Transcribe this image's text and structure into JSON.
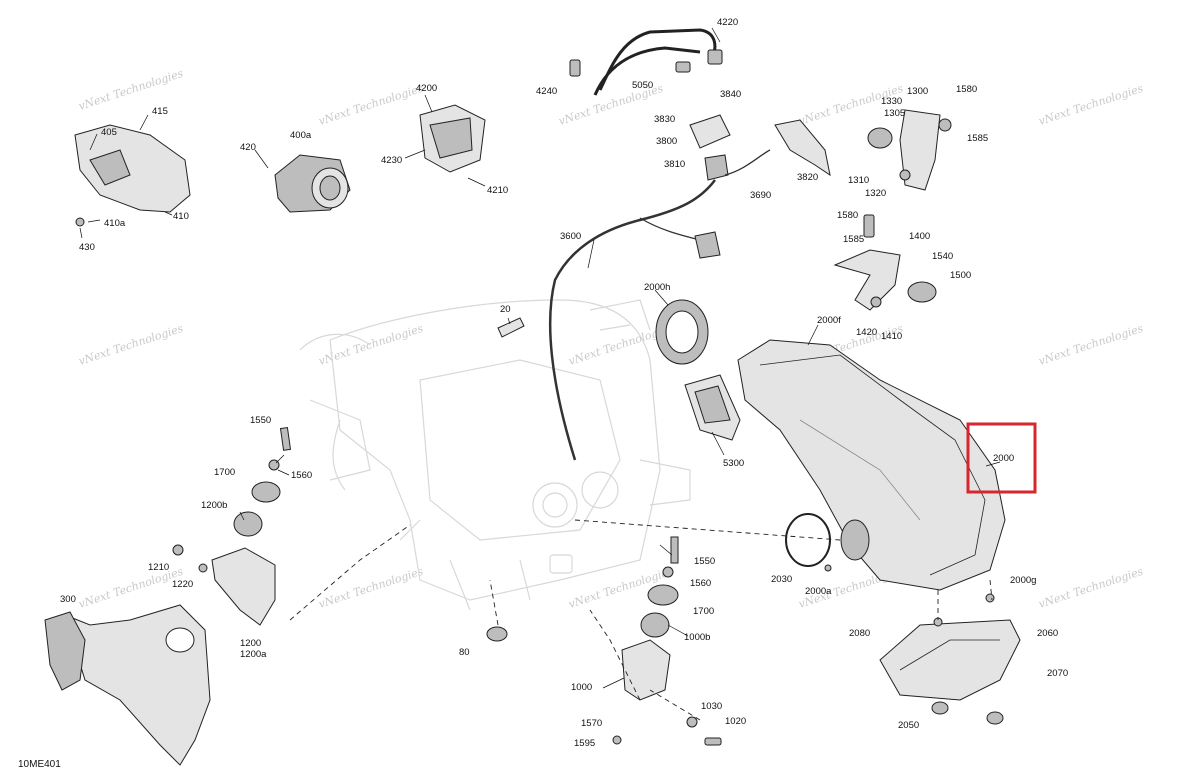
{
  "diagram_id": "10ME401",
  "highlight_color": "#d7262c",
  "watermark": "vNext Technologies",
  "highlighted_callout": "2000",
  "callouts": {
    "c415": "415",
    "c405": "405",
    "c410": "410",
    "c410a": "410a",
    "c430": "430",
    "c420": "420",
    "c400a": "400a",
    "c4200": "4200",
    "c4230": "4230",
    "c4210": "4210",
    "c4220": "4220",
    "c4240": "4240",
    "c5050": "5050",
    "c3840": "3840",
    "c3830": "3830",
    "c3800": "3800",
    "c3810": "3810",
    "c3690": "3690",
    "c3820": "3820",
    "c1330": "1330",
    "c1300": "1300",
    "c1580a": "1580",
    "c1305": "1305",
    "c1585a": "1585",
    "c1310": "1310",
    "c1320": "1320",
    "c1580b": "1580",
    "c1585b": "1585",
    "c1400": "1400",
    "c1540": "1540",
    "c1500": "1500",
    "c1420": "1420",
    "c1410": "1410",
    "c3600": "3600",
    "c20": "20",
    "c2000h": "2000h",
    "c2000f": "2000f",
    "c5300": "5300",
    "c2000": "2000",
    "c1550a": "1550",
    "c1560a": "1560",
    "c1700a": "1700",
    "c1200b": "1200b",
    "c1210": "1210",
    "c1220": "1220",
    "c1200": "1200",
    "c1200a": "1200a",
    "c300": "300",
    "c80": "80",
    "c1550b": "1550",
    "c1560b": "1560",
    "c1700b": "1700",
    "c1000b": "1000b",
    "c1000": "1000",
    "c1570": "1570",
    "c1595": "1595",
    "c1030": "1030",
    "c1020": "1020",
    "c2030": "2030",
    "c2000a": "2000a",
    "c2000g": "2000g",
    "c2080": "2080",
    "c2060": "2060",
    "c2070": "2070",
    "c2050": "2050"
  }
}
